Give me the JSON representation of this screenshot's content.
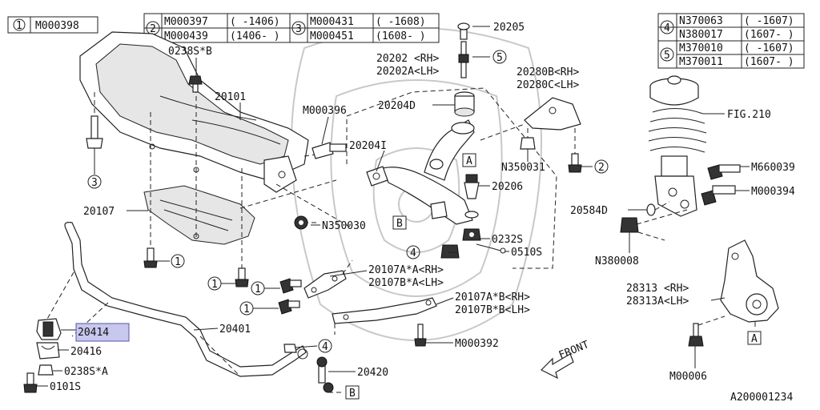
{
  "legend": {
    "ref1": {
      "num": "1",
      "parts": [
        {
          "code": "M000398",
          "range": ""
        }
      ]
    },
    "ref2": {
      "num": "2",
      "parts": [
        {
          "code": "M000397",
          "range": "( -1406)"
        },
        {
          "code": "M000439",
          "range": "(1406- )"
        }
      ]
    },
    "ref3": {
      "num": "3",
      "parts": [
        {
          "code": "M000431",
          "range": "( -1608)"
        },
        {
          "code": "M000451",
          "range": "(1608- )"
        }
      ]
    },
    "ref4": {
      "num": "4",
      "parts": [
        {
          "code": "N370063",
          "range": "( -1607)"
        },
        {
          "code": "N380017",
          "range": "(1607- )"
        }
      ]
    },
    "ref5": {
      "num": "5",
      "parts": [
        {
          "code": "M370010",
          "range": "( -1607)"
        },
        {
          "code": "M370011",
          "range": "(1607- )"
        }
      ]
    }
  },
  "labels": {
    "p0238S_B": "0238S*B",
    "p20101": "20101",
    "pM000396": "M000396",
    "p20202_rh": "20202 <RH>",
    "p20202A_lh": "20202A<LH>",
    "p20204D": "20204D",
    "p20205": "20205",
    "p20204I": "20204I",
    "p20206": "20206",
    "p20280B_rh": "20280B<RH>",
    "p20280C_lh": "20280C<LH>",
    "pN350031": "N350031",
    "pFIG210": "FIG.210",
    "pM660039": "M660039",
    "pM000394": "M000394",
    "p20584D": "20584D",
    "pN380008": "N380008",
    "p20107": "20107",
    "pN350030": "N350030",
    "p0232S": "0232S",
    "p0510S": "0510S",
    "p20107A_A_rh": "20107A*A<RH>",
    "p20107B_A_lh": "20107B*A<LH>",
    "p20107A_B_rh": "20107A*B<RH>",
    "p20107B_B_lh": "20107B*B<LH>",
    "pM000392": "M000392",
    "p20414": "20414",
    "p20416": "20416",
    "p20401": "20401",
    "p0238S_A": "0238S*A",
    "p0101S": "0101S",
    "p20420": "20420",
    "p28313_rh": "28313 <RH>",
    "p28313A_lh": "28313A<LH>",
    "pM00006": "M00006",
    "front": "FRONT",
    "boxA": "A",
    "boxB": "B",
    "n1": "1",
    "n2": "2",
    "n3": "3",
    "n4": "4",
    "n5": "5",
    "diagram_id": "A200001234"
  }
}
